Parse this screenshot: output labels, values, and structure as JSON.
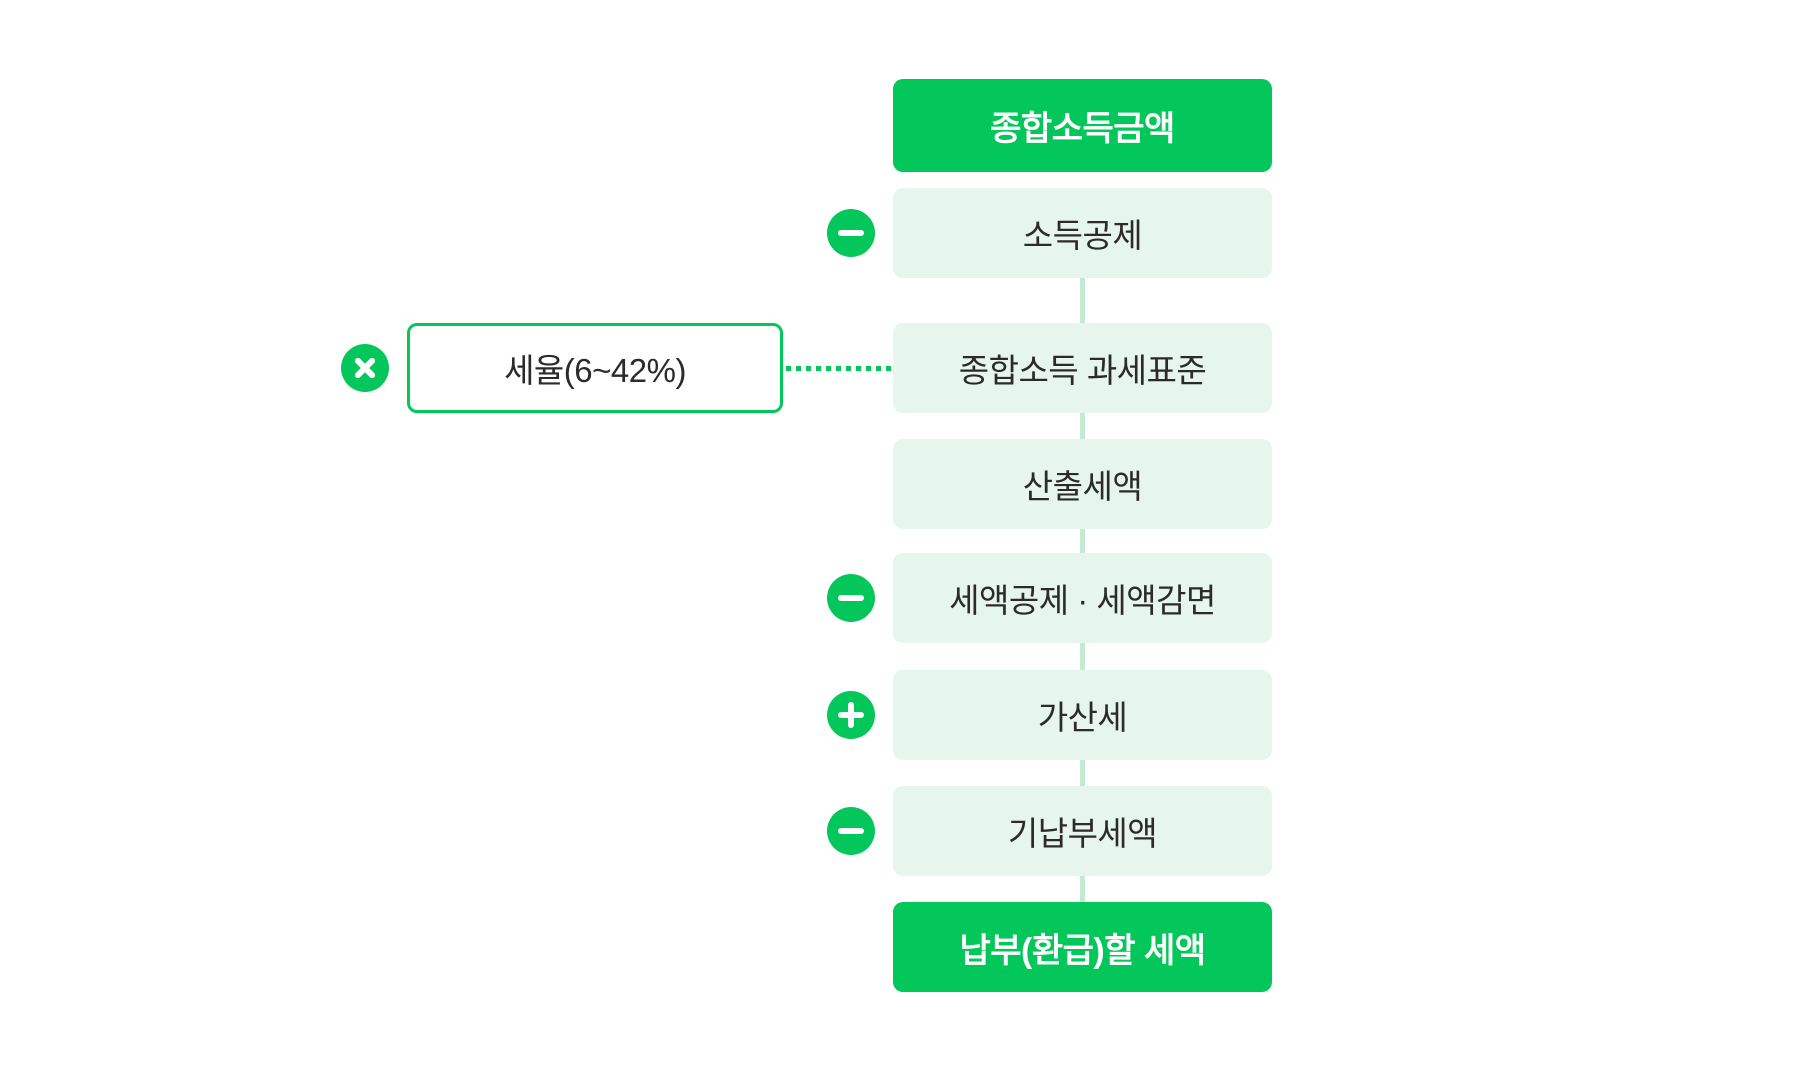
{
  "colors": {
    "accent_green": "#03C75A",
    "light_green_box": "#E6F6EC",
    "connector_line": "#C5EAD3",
    "dark_text": "#2B2B2B",
    "primary_box_text": "#FFFFFF"
  },
  "flow": {
    "rows": [
      {
        "label": "종합소득금액",
        "type": "primary",
        "operator": null
      },
      {
        "label": "소득공제",
        "type": "light",
        "operator": "minus"
      },
      {
        "label": "종합소득 과세표준",
        "type": "light",
        "operator": null
      },
      {
        "label": "산출세액",
        "type": "light",
        "operator": null
      },
      {
        "label": "세액공제 · 세액감면",
        "type": "light",
        "operator": "minus"
      },
      {
        "label": "가산세",
        "type": "light",
        "operator": "plus"
      },
      {
        "label": "기납부세액",
        "type": "light",
        "operator": "minus"
      },
      {
        "label": "납부(환급)할 세액",
        "type": "primary",
        "operator": null
      }
    ],
    "side_box": {
      "label": "세율(6~42%)",
      "operator": "multiply",
      "connects_to": "종합소득 과세표준"
    },
    "operator_glyphs": {
      "minus": "−",
      "plus": "+",
      "multiply": "×"
    }
  }
}
